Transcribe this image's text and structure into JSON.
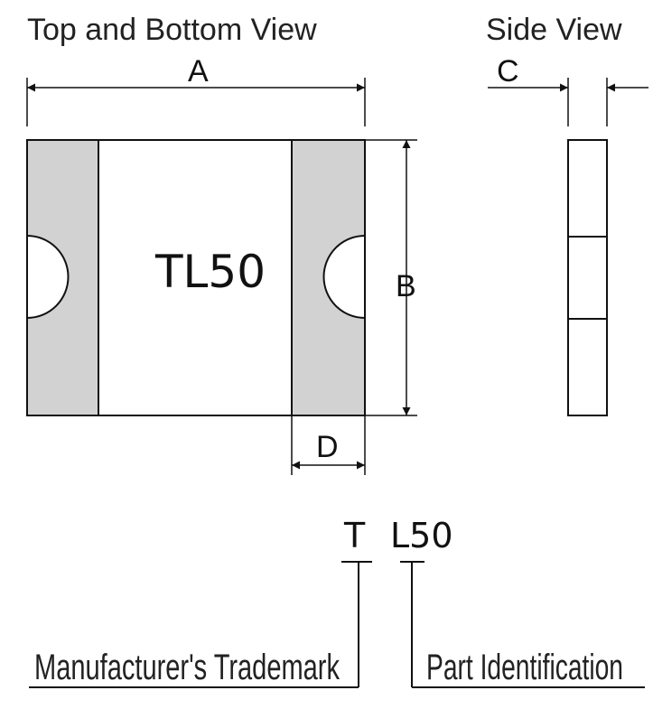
{
  "views": {
    "top_bottom_title": "Top and Bottom View",
    "side_title": "Side View"
  },
  "dimensions": {
    "a": "A",
    "b": "B",
    "c": "C",
    "d": "D"
  },
  "device": {
    "marking": "TL50"
  },
  "legend": {
    "trademark_code": "T",
    "part_code": "L50",
    "trademark_label": "Manufacturer's Trademark",
    "part_label": "Part Identification"
  },
  "colors": {
    "terminal_fill": "#d2d2d2",
    "body_fill": "#ffffff",
    "line": "#111111"
  }
}
